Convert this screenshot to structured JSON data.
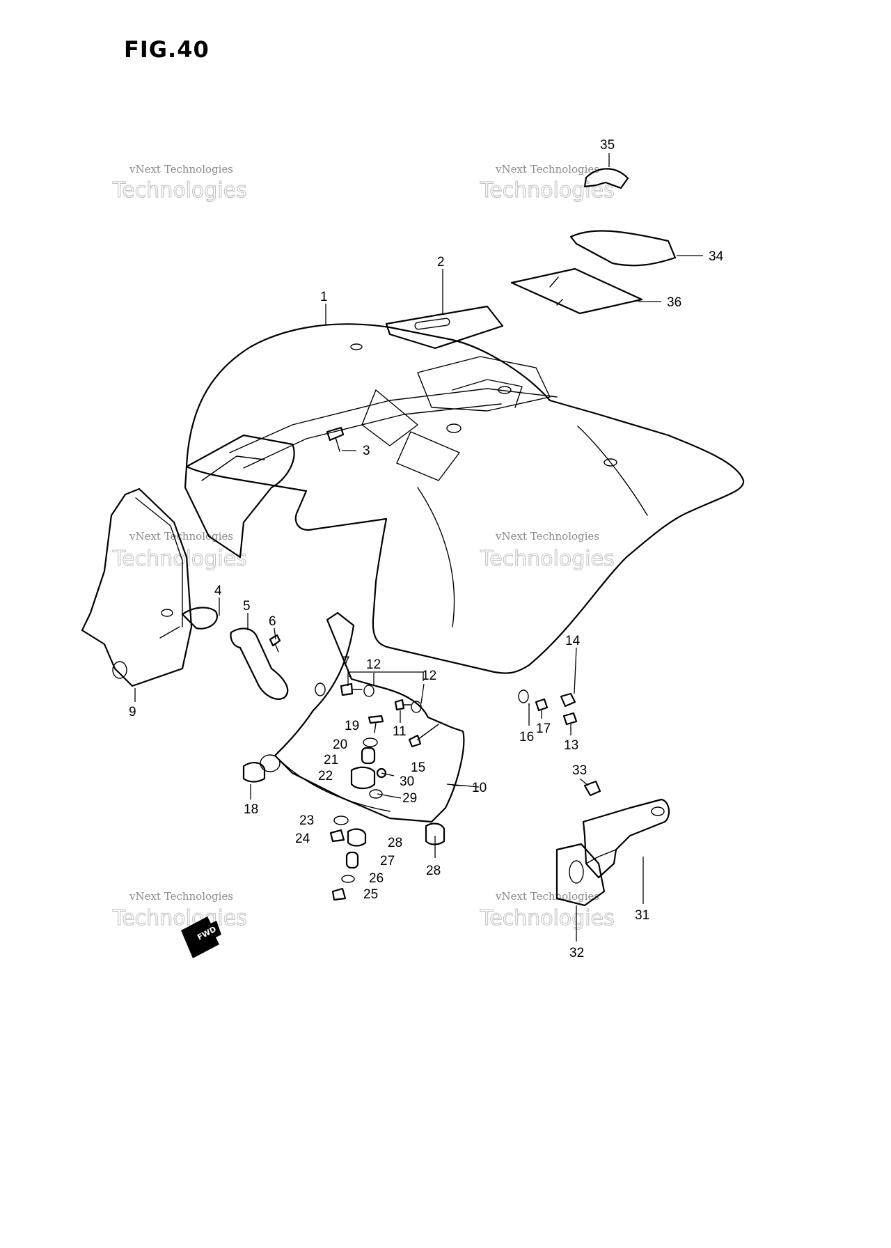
{
  "figure": {
    "title": "FIG.40"
  },
  "watermark": {
    "small_text": "vNext Technologies",
    "big_text": "Technologies",
    "brand": "vNext"
  },
  "direction_label": "FWD",
  "callouts": [
    {
      "id": "c1",
      "label": "1"
    },
    {
      "id": "c2",
      "label": "2"
    },
    {
      "id": "c3",
      "label": "3"
    },
    {
      "id": "c4",
      "label": "4"
    },
    {
      "id": "c5",
      "label": "5"
    },
    {
      "id": "c6",
      "label": "6"
    },
    {
      "id": "c7",
      "label": "7"
    },
    {
      "id": "c9",
      "label": "9"
    },
    {
      "id": "c10",
      "label": "10"
    },
    {
      "id": "c11",
      "label": "11"
    },
    {
      "id": "c12a",
      "label": "12"
    },
    {
      "id": "c12b",
      "label": "12"
    },
    {
      "id": "c13",
      "label": "13"
    },
    {
      "id": "c14",
      "label": "14"
    },
    {
      "id": "c15",
      "label": "15"
    },
    {
      "id": "c16",
      "label": "16"
    },
    {
      "id": "c17",
      "label": "17"
    },
    {
      "id": "c18",
      "label": "18"
    },
    {
      "id": "c19",
      "label": "19"
    },
    {
      "id": "c20",
      "label": "20"
    },
    {
      "id": "c21",
      "label": "21"
    },
    {
      "id": "c22",
      "label": "22"
    },
    {
      "id": "c23",
      "label": "23"
    },
    {
      "id": "c24",
      "label": "24"
    },
    {
      "id": "c25",
      "label": "25"
    },
    {
      "id": "c26",
      "label": "26"
    },
    {
      "id": "c27",
      "label": "27"
    },
    {
      "id": "c28a",
      "label": "28"
    },
    {
      "id": "c28b",
      "label": "28"
    },
    {
      "id": "c29",
      "label": "29"
    },
    {
      "id": "c30",
      "label": "30"
    },
    {
      "id": "c31",
      "label": "31"
    },
    {
      "id": "c32",
      "label": "32"
    },
    {
      "id": "c33",
      "label": "33"
    },
    {
      "id": "c34",
      "label": "34"
    },
    {
      "id": "c35",
      "label": "35"
    },
    {
      "id": "c36",
      "label": "36"
    }
  ]
}
